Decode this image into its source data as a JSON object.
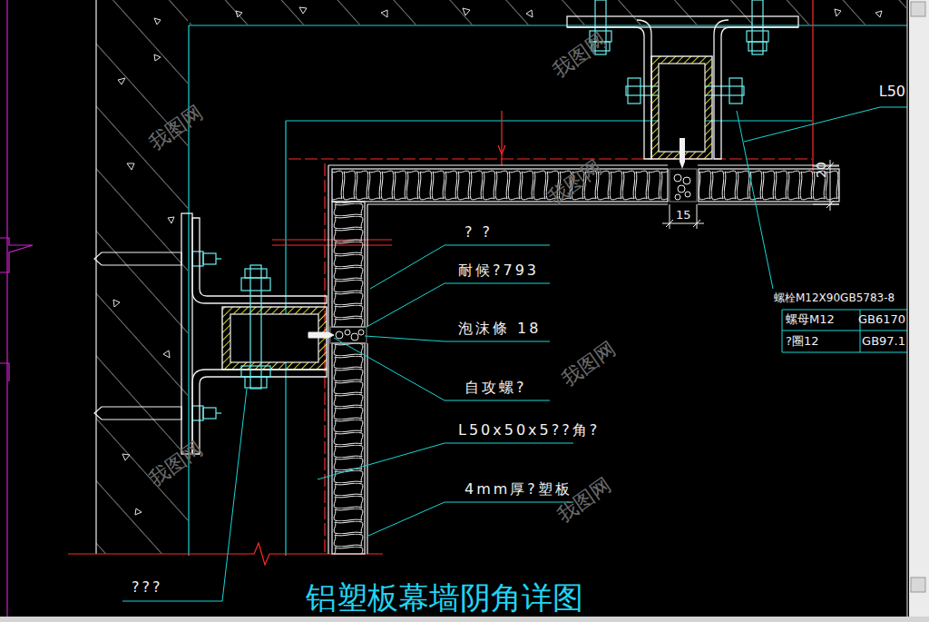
{
  "diagram": {
    "title": "铝塑板幕墙阴角详图",
    "labels": [
      "L50",
      "20",
      "15",
      "?   ?",
      "耐候?793",
      "泡沫條 18",
      "自攻螺?",
      "L50x50x5??角?",
      "4mm厚?塑板",
      "螺栓M12X90GB5783-8",
      "螺母M12",
      "GB6170",
      "?圈12",
      "GB97.1",
      "???",
      "我图网",
      "我图网",
      "我图网",
      "我图网",
      "我图网",
      "我图网"
    ]
  }
}
